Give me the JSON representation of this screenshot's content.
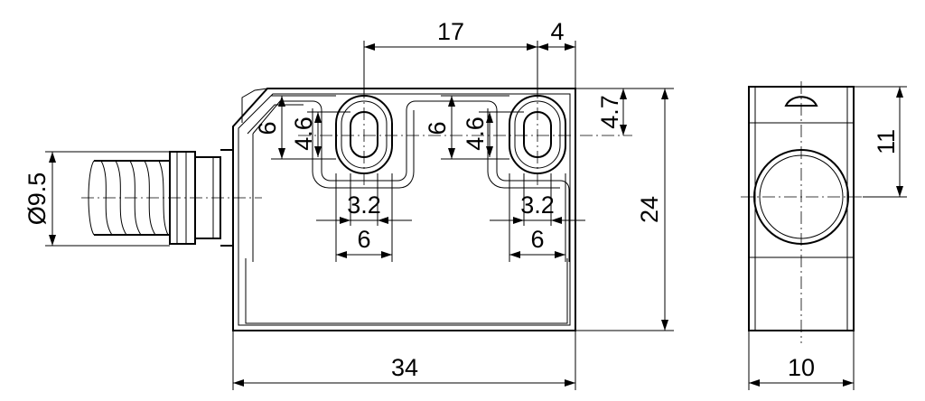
{
  "dimensions": {
    "top_spacing": "17",
    "top_edge": "4",
    "left_hole_height": "6",
    "left_slot_height": "4.6",
    "right_hole_height": "6",
    "right_slot_height": "4.6",
    "right_offset": "4.7",
    "cable_diameter": "Ø9.5",
    "left_slot_width": "3.2",
    "left_hole_width": "6",
    "right_slot_width": "3.2",
    "right_hole_width": "6",
    "overall_height": "24",
    "overall_length": "34",
    "side_height": "11",
    "side_width": "10"
  }
}
